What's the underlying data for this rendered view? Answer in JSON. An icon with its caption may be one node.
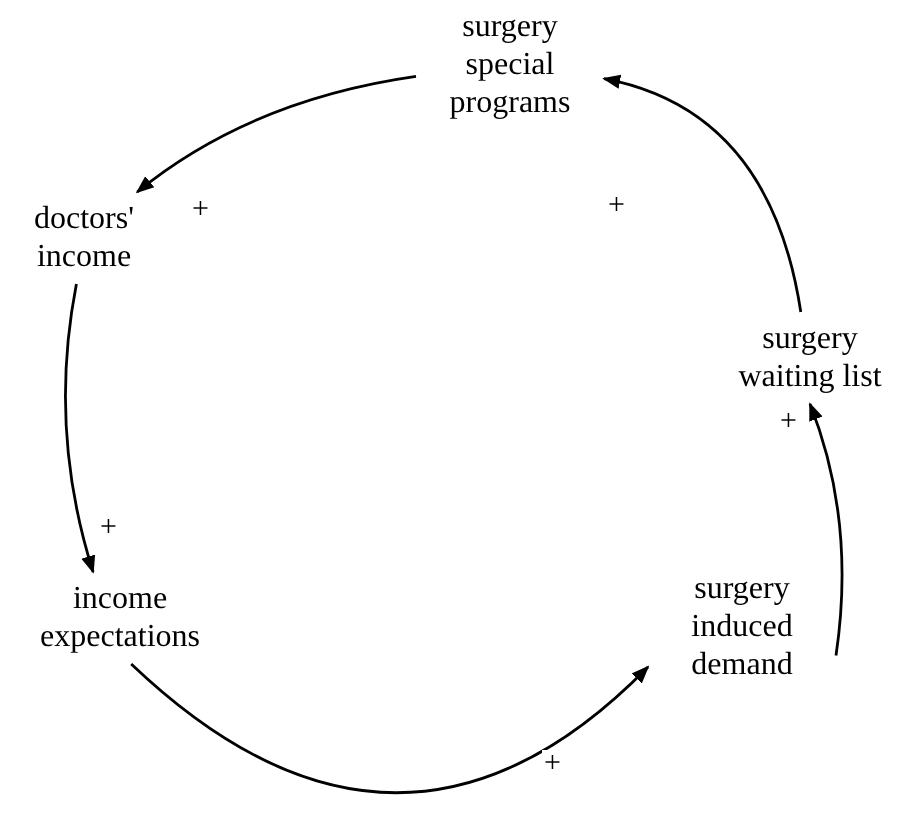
{
  "diagram": {
    "nodes": [
      {
        "text": [
          "surgery special programs"
        ]
      },
      {
        "text": [
          "doctors' income"
        ]
      },
      {
        "text": [
          "income expectations"
        ]
      },
      {
        "text": [
          "surgery induced demand"
        ]
      },
      {
        "text": [
          "surgery waiting list"
        ]
      }
    ],
    "edges": [
      {
        "from": 0,
        "to": 1,
        "arrow": "to",
        "label": "+"
      },
      {
        "from": 1,
        "to": 2,
        "arrow": "to",
        "label": "+"
      },
      {
        "from": 2,
        "to": 3,
        "arrow": "to",
        "label": "+"
      },
      {
        "from": 3,
        "to": 4,
        "arrow": "to",
        "label": "+"
      },
      {
        "from": 4,
        "to": 0,
        "arrow": "to",
        "label": "+"
      }
    ]
  }
}
